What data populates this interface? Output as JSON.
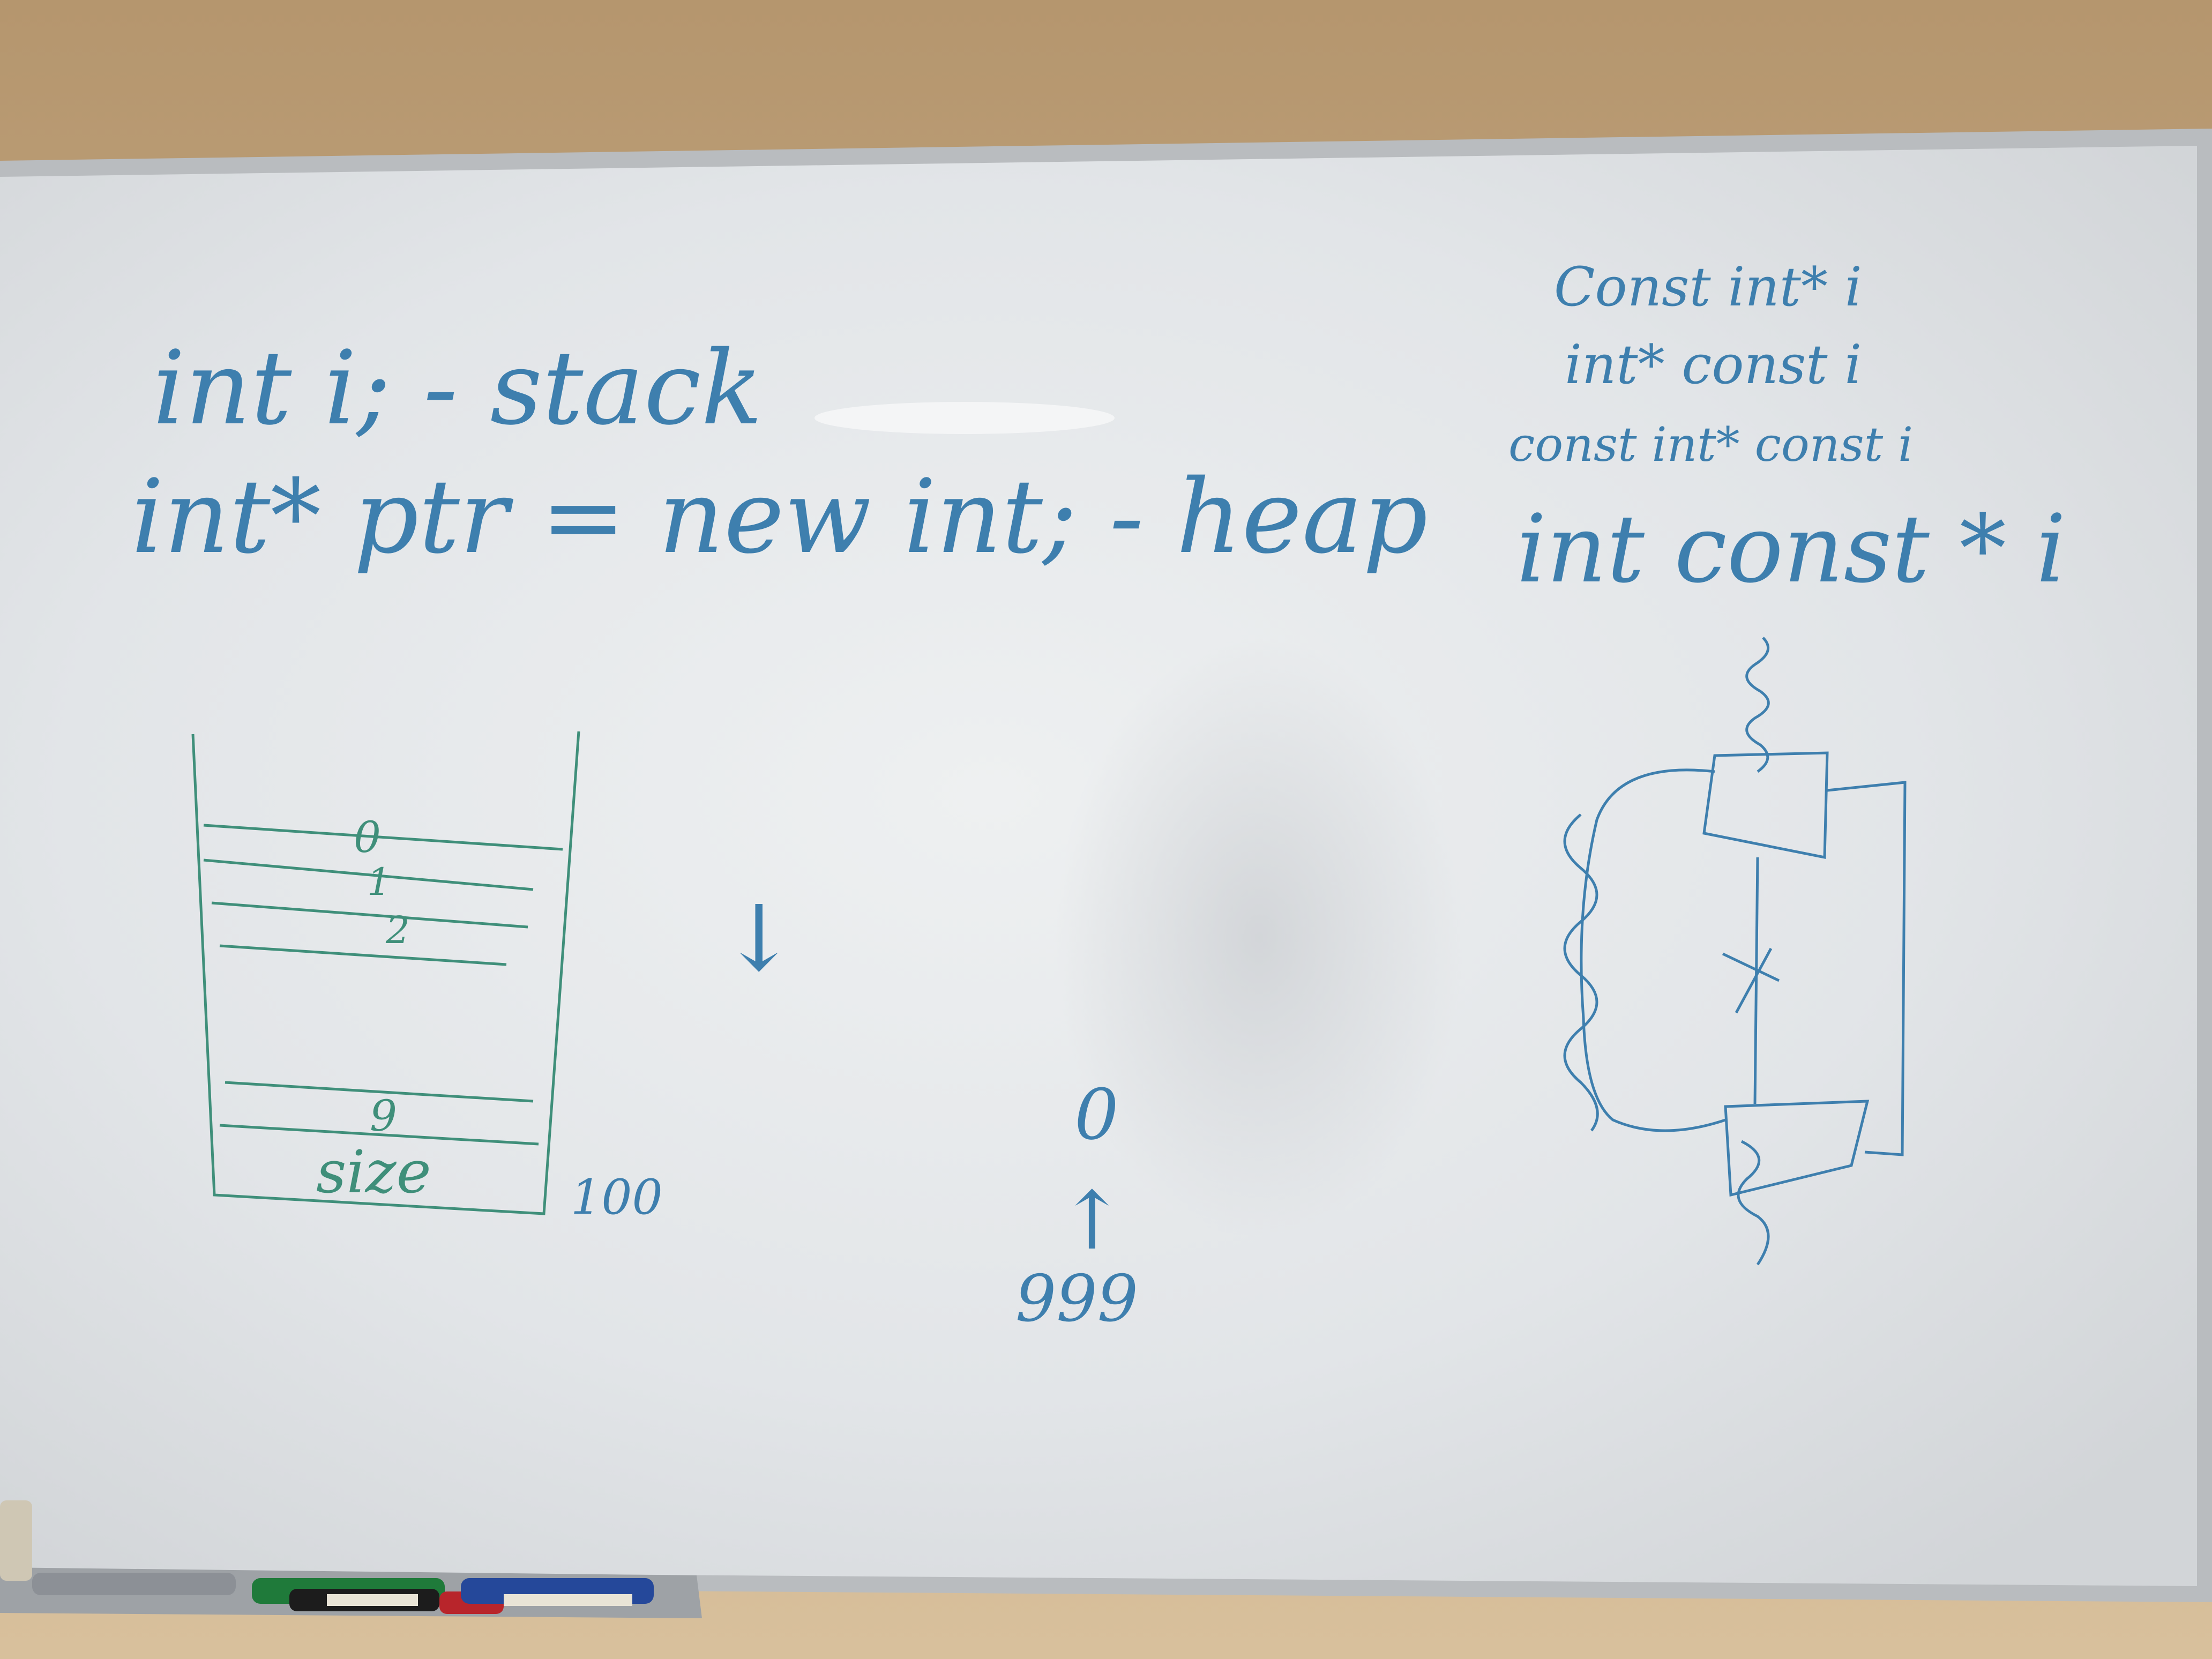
{
  "whiteboard": {
    "left_code": {
      "line1": "int i; - stack",
      "line2": "int* ptr = new int; - heap"
    },
    "right_code": {
      "line1": "Const int* i",
      "line2": "int* const i",
      "line3": "const int* const i",
      "line4": "int const * i"
    },
    "stack_diagram": {
      "slot_labels": [
        "0",
        "1",
        "2"
      ],
      "last_label": "9",
      "size_label": "size",
      "capacity": "100"
    },
    "arrow_marks": {
      "down_arrow": "↓",
      "zero": "0",
      "up_arrow": "↑",
      "nines": "999"
    }
  },
  "markers": [
    {
      "name": "gray-marker",
      "color": "#8c9096"
    },
    {
      "name": "green-marker",
      "color": "#1f7a3a"
    },
    {
      "name": "black-marker",
      "color": "#1c1c1c"
    },
    {
      "name": "red-marker",
      "color": "#b8252b"
    },
    {
      "name": "blue-marker",
      "color": "#25489a"
    }
  ],
  "colors": {
    "wall": "#cdb38f",
    "board": "#e6e8ea",
    "ink_blue": "#3e7fae",
    "ink_green": "#3f8f7a"
  }
}
